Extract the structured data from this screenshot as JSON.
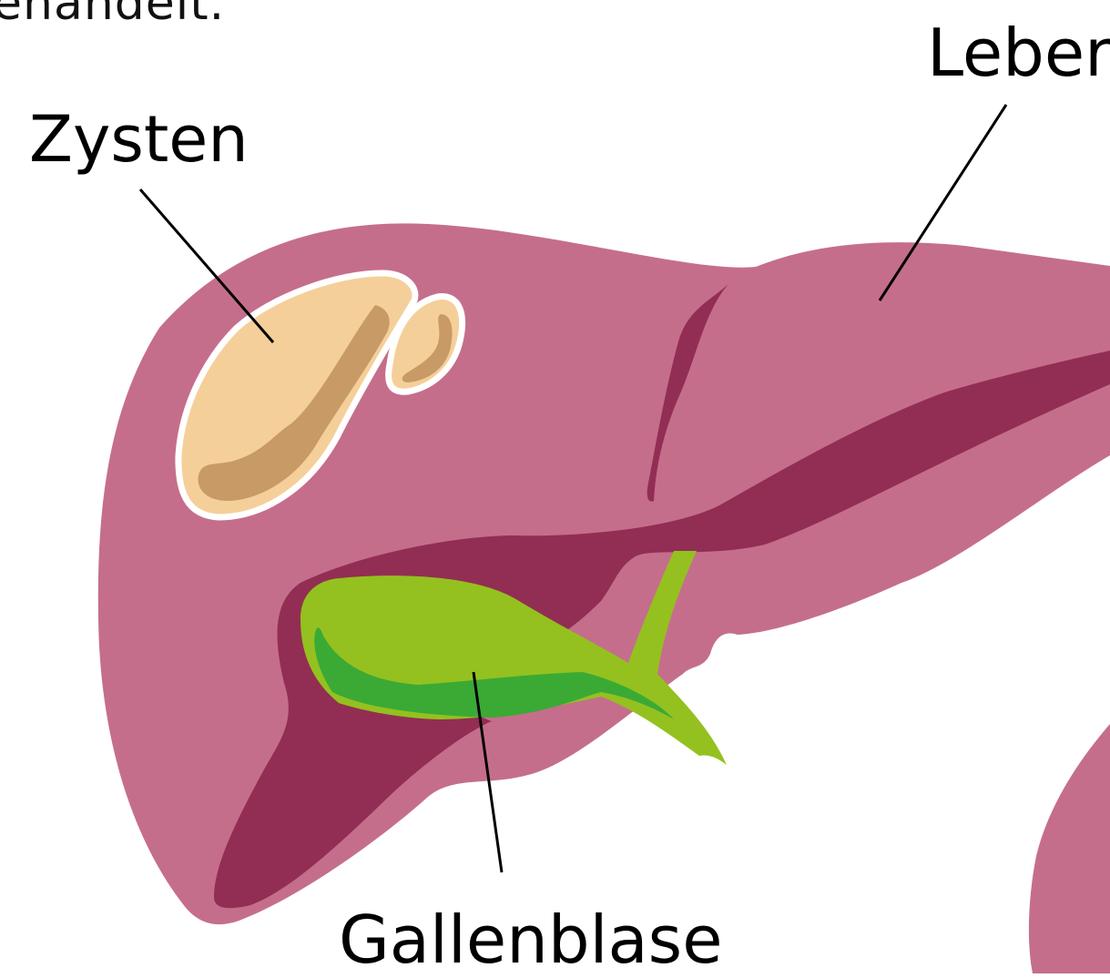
{
  "top_text_fragment": "ehandelt.",
  "labels": {
    "leber": "Leber",
    "zysten": "Zysten",
    "gallenblase": "Gallenblase"
  },
  "colors": {
    "liver": "#c56e8c",
    "liver_dark": "#922e53",
    "cyst_fill": "#f5cf9a",
    "cyst_shadow": "#c79a66",
    "cyst_outline": "#ffffff",
    "gallbladder": "#94c11f",
    "gallbladder_dark": "#3aaa35",
    "leader_line": "#000000"
  }
}
